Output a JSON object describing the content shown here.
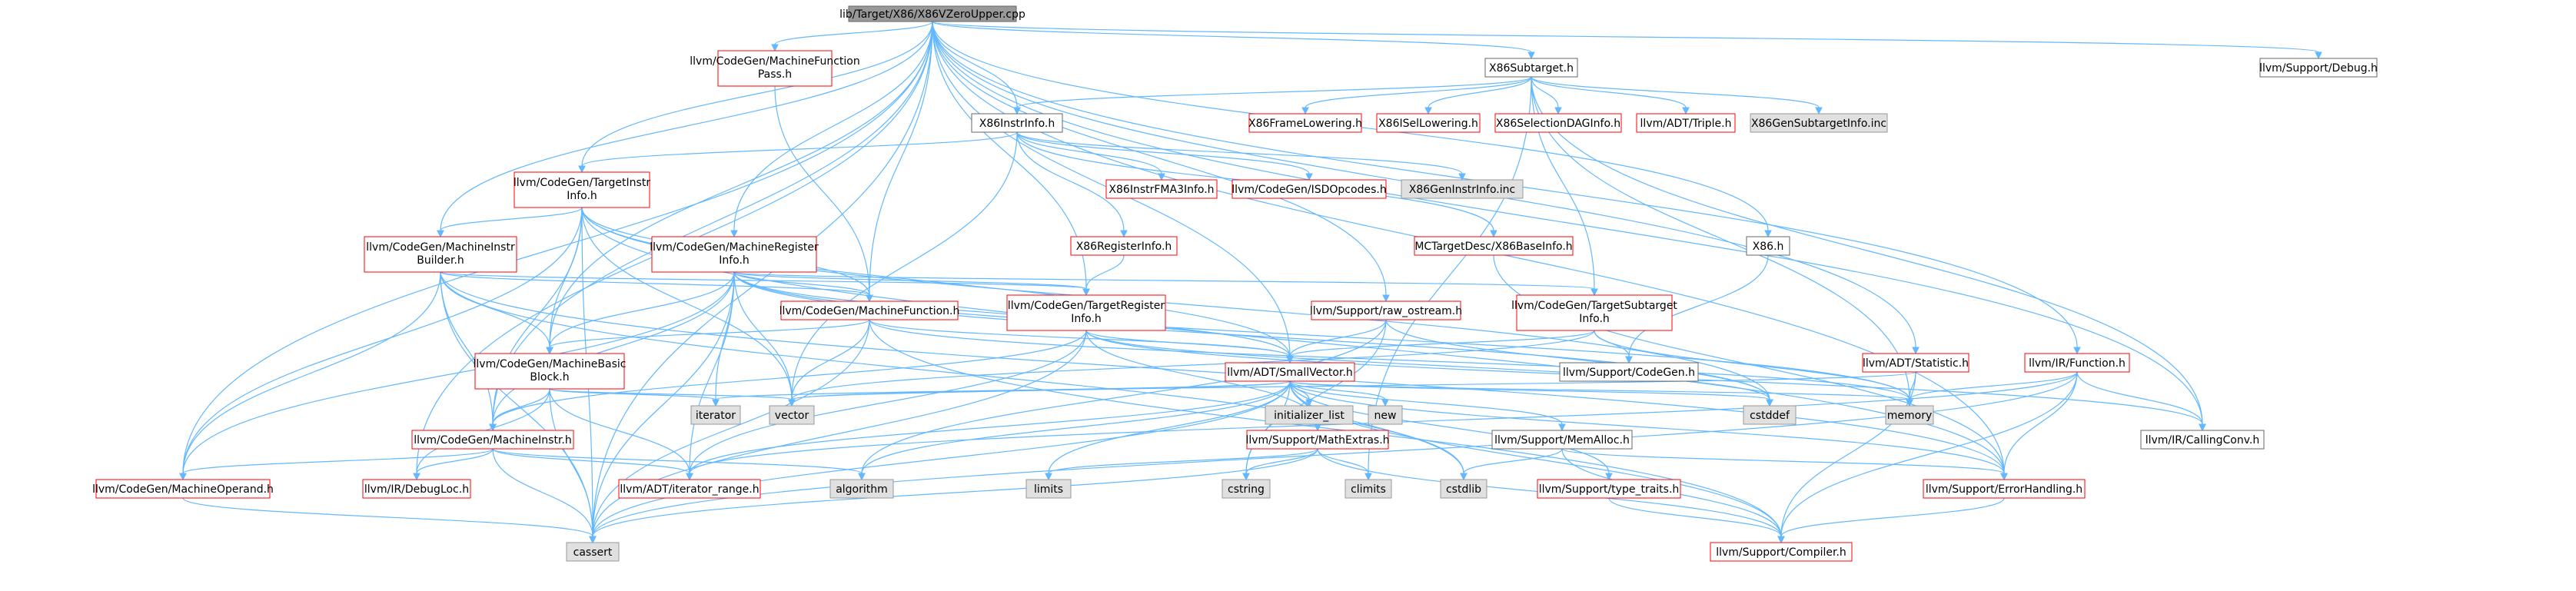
{
  "diagram": {
    "nodes": [
      {
        "id": "root",
        "label": "lib/Target/X86/X86VZeroUpper.cpp",
        "style": "root"
      },
      {
        "id": "mfp",
        "label": "llvm/CodeGen/MachineFunction\nPass.h",
        "style": "red"
      },
      {
        "id": "subtarget",
        "label": "X86Subtarget.h",
        "style": "black"
      },
      {
        "id": "debug",
        "label": "llvm/Support/Debug.h",
        "style": "black"
      },
      {
        "id": "instrinfo",
        "label": "X86InstrInfo.h",
        "style": "black"
      },
      {
        "id": "framelow",
        "label": "X86FrameLowering.h",
        "style": "red"
      },
      {
        "id": "isellow",
        "label": "X86ISelLowering.h",
        "style": "red"
      },
      {
        "id": "seldag",
        "label": "X86SelectionDAGInfo.h",
        "style": "red"
      },
      {
        "id": "triple",
        "label": "llvm/ADT/Triple.h",
        "style": "red"
      },
      {
        "id": "gensub",
        "label": "X86GenSubtargetInfo.inc",
        "style": "gray"
      },
      {
        "id": "tii",
        "label": "llvm/CodeGen/TargetInstr\nInfo.h",
        "style": "red"
      },
      {
        "id": "fma3",
        "label": "X86InstrFMA3Info.h",
        "style": "red"
      },
      {
        "id": "isdop",
        "label": "llvm/CodeGen/ISDOpcodes.h",
        "style": "red"
      },
      {
        "id": "geninstr",
        "label": "X86GenInstrInfo.inc",
        "style": "gray"
      },
      {
        "id": "mri",
        "label": "llvm/CodeGen/MachineRegister\nInfo.h",
        "style": "red"
      },
      {
        "id": "mib",
        "label": "llvm/CodeGen/MachineInstr\nBuilder.h",
        "style": "red"
      },
      {
        "id": "reginfo",
        "label": "X86RegisterInfo.h",
        "style": "red"
      },
      {
        "id": "baseinfo",
        "label": "MCTargetDesc/X86BaseInfo.h",
        "style": "red"
      },
      {
        "id": "x86h",
        "label": "X86.h",
        "style": "black"
      },
      {
        "id": "mf",
        "label": "llvm/CodeGen/MachineFunction.h",
        "style": "red"
      },
      {
        "id": "tri",
        "label": "llvm/CodeGen/TargetRegister\nInfo.h",
        "style": "red"
      },
      {
        "id": "rawos",
        "label": "llvm/Support/raw_ostream.h",
        "style": "red"
      },
      {
        "id": "tsi",
        "label": "llvm/CodeGen/TargetSubtarget\nInfo.h",
        "style": "red"
      },
      {
        "id": "statistic",
        "label": "llvm/ADT/Statistic.h",
        "style": "red"
      },
      {
        "id": "function",
        "label": "llvm/IR/Function.h",
        "style": "red"
      },
      {
        "id": "smallvec",
        "label": "llvm/ADT/SmallVector.h",
        "style": "red"
      },
      {
        "id": "codegen",
        "label": "llvm/Support/CodeGen.h",
        "style": "black"
      },
      {
        "id": "mbb",
        "label": "llvm/CodeGen/MachineBasic\nBlock.h",
        "style": "red"
      },
      {
        "id": "mi",
        "label": "llvm/CodeGen/MachineInstr.h",
        "style": "red"
      },
      {
        "id": "mathextras",
        "label": "llvm/Support/MathExtras.h",
        "style": "red"
      },
      {
        "id": "memalloc",
        "label": "llvm/Support/MemAlloc.h",
        "style": "black"
      },
      {
        "id": "callconv",
        "label": "llvm/IR/CallingConv.h",
        "style": "black"
      },
      {
        "id": "mo",
        "label": "llvm/CodeGen/MachineOperand.h",
        "style": "red"
      },
      {
        "id": "debugloc",
        "label": "llvm/IR/DebugLoc.h",
        "style": "red"
      },
      {
        "id": "iterrange",
        "label": "llvm/ADT/iterator_range.h",
        "style": "red"
      },
      {
        "id": "typetraits",
        "label": "llvm/Support/type_traits.h",
        "style": "red"
      },
      {
        "id": "errhandling",
        "label": "llvm/Support/ErrorHandling.h",
        "style": "red"
      },
      {
        "id": "compiler",
        "label": "llvm/Support/Compiler.h",
        "style": "red"
      },
      {
        "id": "iterator",
        "label": "iterator",
        "style": "gray"
      },
      {
        "id": "vector",
        "label": "vector",
        "style": "gray"
      },
      {
        "id": "initlist",
        "label": "initializer_list",
        "style": "gray"
      },
      {
        "id": "new",
        "label": "new",
        "style": "gray"
      },
      {
        "id": "cstddef",
        "label": "cstddef",
        "style": "gray"
      },
      {
        "id": "memory",
        "label": "memory",
        "style": "gray"
      },
      {
        "id": "algorithm",
        "label": "algorithm",
        "style": "gray"
      },
      {
        "id": "limits",
        "label": "limits",
        "style": "gray"
      },
      {
        "id": "cstring",
        "label": "cstring",
        "style": "gray"
      },
      {
        "id": "climits",
        "label": "climits",
        "style": "gray"
      },
      {
        "id": "cstdlib",
        "label": "cstdlib",
        "style": "gray"
      },
      {
        "id": "cassert",
        "label": "cassert",
        "style": "gray"
      }
    ],
    "edges": [
      [
        "root",
        "mfp"
      ],
      [
        "root",
        "subtarget"
      ],
      [
        "root",
        "debug"
      ],
      [
        "root",
        "instrinfo"
      ],
      [
        "root",
        "tii"
      ],
      [
        "root",
        "mri"
      ],
      [
        "root",
        "mib"
      ],
      [
        "root",
        "mf"
      ],
      [
        "root",
        "tri"
      ],
      [
        "root",
        "mbb"
      ],
      [
        "root",
        "mi"
      ],
      [
        "root",
        "mo"
      ],
      [
        "root",
        "debugloc"
      ],
      [
        "root",
        "cassert"
      ],
      [
        "root",
        "smallvec"
      ],
      [
        "root",
        "statistic"
      ],
      [
        "root",
        "function"
      ],
      [
        "root",
        "callconv"
      ],
      [
        "root",
        "errhandling"
      ],
      [
        "root",
        "rawos"
      ],
      [
        "root",
        "x86h"
      ],
      [
        "mfp",
        "mf"
      ],
      [
        "subtarget",
        "instrinfo"
      ],
      [
        "subtarget",
        "framelow"
      ],
      [
        "subtarget",
        "isellow"
      ],
      [
        "subtarget",
        "seldag"
      ],
      [
        "subtarget",
        "triple"
      ],
      [
        "subtarget",
        "gensub"
      ],
      [
        "subtarget",
        "tsi"
      ],
      [
        "subtarget",
        "callconv"
      ],
      [
        "subtarget",
        "memory"
      ],
      [
        "subtarget",
        "climits"
      ],
      [
        "instrinfo",
        "tii"
      ],
      [
        "instrinfo",
        "fma3"
      ],
      [
        "instrinfo",
        "isdop"
      ],
      [
        "instrinfo",
        "geninstr"
      ],
      [
        "instrinfo",
        "reginfo"
      ],
      [
        "instrinfo",
        "baseinfo"
      ],
      [
        "instrinfo",
        "vector"
      ],
      [
        "tii",
        "mib"
      ],
      [
        "tii",
        "mbb"
      ],
      [
        "tii",
        "mi"
      ],
      [
        "tii",
        "mf"
      ],
      [
        "tii",
        "mo"
      ],
      [
        "tii",
        "smallvec"
      ],
      [
        "tii",
        "cassert"
      ],
      [
        "tii",
        "vector"
      ],
      [
        "tii",
        "cstddef"
      ],
      [
        "tii",
        "errhandling"
      ],
      [
        "mri",
        "mf"
      ],
      [
        "mri",
        "mbb"
      ],
      [
        "mri",
        "mi"
      ],
      [
        "mri",
        "mo"
      ],
      [
        "mri",
        "tri"
      ],
      [
        "mri",
        "tsi"
      ],
      [
        "mri",
        "smallvec"
      ],
      [
        "mri",
        "iterrange"
      ],
      [
        "mri",
        "iterator"
      ],
      [
        "mri",
        "vector"
      ],
      [
        "mri",
        "cassert"
      ],
      [
        "mri",
        "memory"
      ],
      [
        "mri",
        "cstddef"
      ],
      [
        "mib",
        "mf"
      ],
      [
        "mib",
        "mbb"
      ],
      [
        "mib",
        "mi"
      ],
      [
        "mib",
        "mo"
      ],
      [
        "mib",
        "tri"
      ],
      [
        "mib",
        "errhandling"
      ],
      [
        "mib",
        "cassert"
      ],
      [
        "mib",
        "cstdlib"
      ],
      [
        "reginfo",
        "tri"
      ],
      [
        "baseinfo",
        "errhandling"
      ],
      [
        "x86h",
        "codegen"
      ],
      [
        "mf",
        "mbb"
      ],
      [
        "mf",
        "smallvec"
      ],
      [
        "mf",
        "vector"
      ],
      [
        "mf",
        "cassert"
      ],
      [
        "mf",
        "memory"
      ],
      [
        "mf",
        "compiler"
      ],
      [
        "tri",
        "smallvec"
      ],
      [
        "tri",
        "mathextras"
      ],
      [
        "tri",
        "iterrange"
      ],
      [
        "tri",
        "callconv"
      ],
      [
        "tri",
        "cassert"
      ],
      [
        "tri",
        "cstddef"
      ],
      [
        "tri",
        "mi"
      ],
      [
        "rawos",
        "smallvec"
      ],
      [
        "rawos",
        "cstring"
      ],
      [
        "rawos",
        "cstddef"
      ],
      [
        "rawos",
        "algorithm"
      ],
      [
        "tsi",
        "smallvec"
      ],
      [
        "tsi",
        "codegen"
      ],
      [
        "tsi",
        "vector"
      ],
      [
        "tsi",
        "memory"
      ],
      [
        "statistic",
        "compiler"
      ],
      [
        "statistic",
        "memory"
      ],
      [
        "statistic",
        "vector"
      ],
      [
        "function",
        "callconv"
      ],
      [
        "function",
        "compiler"
      ],
      [
        "function",
        "errhandling"
      ],
      [
        "function",
        "iterrange"
      ],
      [
        "function",
        "memory"
      ],
      [
        "function",
        "cassert"
      ],
      [
        "smallvec",
        "compiler"
      ],
      [
        "smallvec",
        "mathextras"
      ],
      [
        "smallvec",
        "memalloc"
      ],
      [
        "smallvec",
        "typetraits"
      ],
      [
        "smallvec",
        "iterrange"
      ],
      [
        "smallvec",
        "algorithm"
      ],
      [
        "smallvec",
        "cassert"
      ],
      [
        "smallvec",
        "cstddef"
      ],
      [
        "smallvec",
        "cstdlib"
      ],
      [
        "smallvec",
        "cstring"
      ],
      [
        "smallvec",
        "initlist"
      ],
      [
        "smallvec",
        "iterator"
      ],
      [
        "smallvec",
        "limits"
      ],
      [
        "smallvec",
        "memory"
      ],
      [
        "smallvec",
        "new"
      ],
      [
        "smallvec",
        "vector"
      ],
      [
        "smallvec",
        "errhandling"
      ],
      [
        "mbb",
        "mi"
      ],
      [
        "mbb",
        "debugloc"
      ],
      [
        "mbb",
        "iterrange"
      ],
      [
        "mbb",
        "iterator"
      ],
      [
        "mbb",
        "vector"
      ],
      [
        "mbb",
        "cassert"
      ],
      [
        "mi",
        "mo"
      ],
      [
        "mi",
        "debugloc"
      ],
      [
        "mi",
        "iterrange"
      ],
      [
        "mi",
        "algorithm"
      ],
      [
        "mi",
        "cassert"
      ],
      [
        "mo",
        "cassert"
      ],
      [
        "mathextras",
        "compiler"
      ],
      [
        "mathextras",
        "climits"
      ],
      [
        "mathextras",
        "cstring"
      ],
      [
        "mathextras",
        "limits"
      ],
      [
        "mathextras",
        "cassert"
      ],
      [
        "memalloc",
        "compiler"
      ],
      [
        "memalloc",
        "errhandling"
      ],
      [
        "memalloc",
        "cstdlib"
      ],
      [
        "typetraits",
        "compiler"
      ],
      [
        "errhandling",
        "compiler"
      ]
    ]
  }
}
